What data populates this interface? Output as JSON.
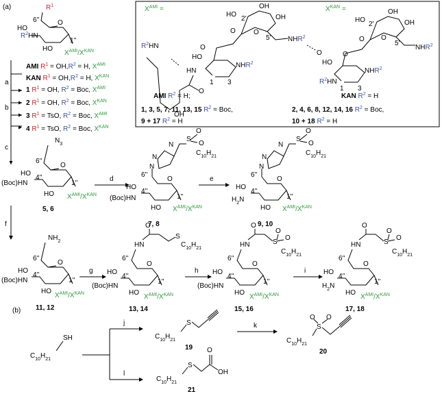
{
  "panel_a": "(a)",
  "panel_b": "(b)",
  "start_r1": "R",
  "start_r1_sup": "1",
  "start_x": "X",
  "start_x_sup": "AMI/KAN",
  "legend_ami": "AMI R¹ = OH, R² = H, X^AMI",
  "legend_kan": "KAN R¹ = OH, R² = H, X^KAN",
  "legend_1": "1 R¹ = OH, R² = Boc, X^AMI",
  "legend_2": "2 R¹ = OH, R² = Boc, X^KAN",
  "legend_3": "3 R¹ = TsO, R² = Boc, X^AMI",
  "legend_4": "4 R¹ = TsO, R² = Boc, X^KAN",
  "box_ami_title": "X^AMI =",
  "box_kan_title": "X^KAN =",
  "box_ami_label": "AMI R² = H;",
  "box_kan_label": "KAN R² = H",
  "box_line1": "1, 3, 5, 7, 11, 13, 15 R² = Boc,",
  "box_line2": "9 + 17 R² = H",
  "box_line3": "2, 4, 6, 8, 12, 14, 16 R² = Boc,",
  "box_line4": "10 + 18 R² = H",
  "steps": [
    "a",
    "b",
    "c",
    "d",
    "e",
    "f",
    "g",
    "h",
    "i",
    "j",
    "k",
    "l"
  ],
  "cmpd_56": "5, 6",
  "cmpd_78": "7, 8",
  "cmpd_910": "9, 10",
  "cmpd_1112": "11, 12",
  "cmpd_1314": "13, 14",
  "cmpd_1516": "15, 16",
  "cmpd_1718": "17, 18",
  "cmpd_19": "19",
  "cmpd_20": "20",
  "cmpd_21": "21",
  "chain": "C10H21",
  "xlabel": "XAMI/XKAN"
}
